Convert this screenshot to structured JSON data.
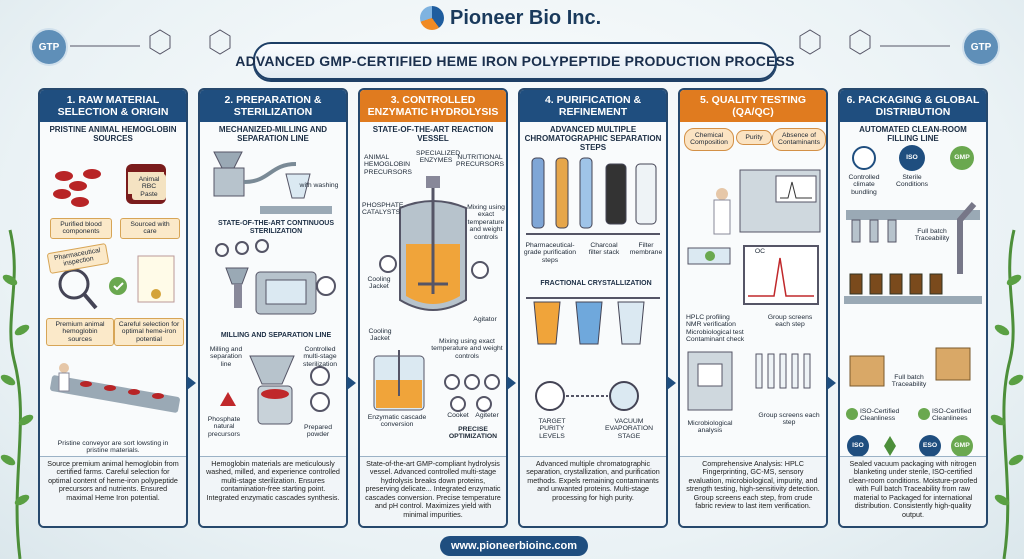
{
  "header": {
    "brand": "Pioneer Bio Inc.",
    "title": "ADVANCED GMP-CERTIFIED HEME IRON POLYPEPTIDE PRODUCTION PROCESS",
    "left_badge": "GTP",
    "right_badge": "GTP"
  },
  "columns": [
    {
      "heading": "1. RAW MATERIAL SELECTION & ORIGIN",
      "subheading": "PRISTINE ANIMAL HEMOGLOBIN SOURCES",
      "labels": {
        "rbc": "Animal RBC Paste",
        "purified": "Purified blood components",
        "sourced": "Sourced with care",
        "pharma": "Pharmaceutical inspection",
        "premium": "Premium animal hemoglobin sources",
        "careful": "Careful selection for optimal heme-iron potential",
        "conveyor": "Pristine conveyor are sort lowsting in pristine materials."
      },
      "footer": "Source premium animal hemoglobin from certified farms. Careful selection for optimal content of heme-iron polypeptide precursors and nutrients. Ensured maximal Heme Iron potential."
    },
    {
      "heading": "2. PREPARATION & STERILIZATION",
      "subheading": "MECHANIZED-MILLING AND SEPARATION LINE",
      "labels": {
        "washing": "with washing",
        "continuous": "STATE-OF-THE-ART CONTINUOUS STERILIZATION",
        "milling_line": "MILLING AND SEPARATION LINE",
        "milling": "Milling and separation line",
        "controlled": "Controlled multi-stage sterilization",
        "phosphate": "Phosphate natural precursors",
        "powder": "Prepared powder"
      },
      "footer": "Hemoglobin materials are meticulously washed, milled, and experience controlled multi-stage sterilization. Ensures contamination-free starting point. Integrated enzymatic cascades synthesis."
    },
    {
      "heading": "3. CONTROLLED ENZYMATIC HYDROLYSIS",
      "subheading": "STATE-OF-THE-ART REACTION VESSEL",
      "labels": {
        "precursors": "ANIMAL HEMOGLOBIN PRECURSORS",
        "enzymes": "SPECIALIZED ENZYMES",
        "nutritional": "NUTRITIONAL PRECURSORS",
        "phosphate": "PHOSPHATE CATALYSTS",
        "mixing": "Mixing using exact temperature and weight controls",
        "cooling": "Cooling Jacket",
        "cooling2": "Cooling Jacket",
        "agitator": "Agitator",
        "mixing2": "Mixing using exact temperature and weight controls",
        "cascade": "Enzymatic cascade conversion",
        "cooket": "Cooket",
        "agiteter": "Agiteter",
        "precise": "PRECISE OPTIMIZATION"
      },
      "footer": "State-of-the-art GMP-compliant hydrolysis vessel. Advanced controlled multi-stage hydrolysis breaks down proteins, preserving delicate... Integrated enzymatic cascades conversion. Precise temperature and pH control. Maximizes yield with minimal impurities."
    },
    {
      "heading": "4. PURIFICATION & REFINEMENT",
      "subheading": "ADVANCED MULTIPLE CHROMATOGRAPHIC SEPARATION STEPS",
      "labels": {
        "pharma": "Pharmaceutical-grade purification steps",
        "charcoal": "Charcoal filter stack",
        "filter": "Filter membrane",
        "fractional": "FRACTIONAL CRYSTALLIZATION",
        "target": "TARGET PURITY LEVELS",
        "vacuum": "VACUUM EVAPORATION STAGE"
      },
      "footer": "Advanced multiple chromatographic separation, crystallization, and purification methods. Expels remaining contaminants and unwanted proteins. Multi-stage processing for high purity."
    },
    {
      "heading": "5. QUALITY TESTING (QA/QC)",
      "subheading": "",
      "labels": {
        "chemical": "Chemical Composition",
        "purity": "Purity",
        "absence": "Absence of Contaminants",
        "checklist": [
          "HPLC profiling",
          "NMR verification",
          "Microbiological test",
          "Contaminant check"
        ],
        "qc": "OC",
        "group": "Group screens each step",
        "micro": "Microbiological analysis",
        "group2": "Group screens each step"
      },
      "footer": "Comprehensive Analysis: HPLC Fingerprinting, GC-MS, sensory evaluation, microbiological, impurity, and strength testing, high-sensitivity detection. Group screens each step, from crude fabric review to last item verification."
    },
    {
      "heading": "6. PACKAGING & GLOBAL DISTRIBUTION",
      "subheading": "AUTOMATED CLEAN-ROOM FILLING LINE",
      "labels": {
        "controlled": "Controlled climate bundling",
        "sterile": "Sterile Conditions",
        "iso": "ISO",
        "gmp": "GMP",
        "trace1": "Full batch Traceability",
        "trace2": "Full batch Traceability",
        "iso_cert1": "ISO-Certified Cleanliness",
        "iso_cert2": "ISO-Certified Cleanlinees",
        "iso2": "ISO",
        "eso": "ESO",
        "gmp2": "GMP"
      },
      "footer": "Sealed vacuum packaging with nitrogen blanketing under sterile, ISO-certified clean-room conditions. Moisture-proofed with Full batch Traceability from raw material to Packaged for international distribution. Consistently high-quality output."
    }
  ],
  "footer": {
    "url": "www.pioneerbioinc.com"
  },
  "colors": {
    "navy": "#1f4e7f",
    "orange": "#e07b1f",
    "hemoglobin_red": "#c0282b",
    "leaf_green": "#4d8f3a"
  }
}
